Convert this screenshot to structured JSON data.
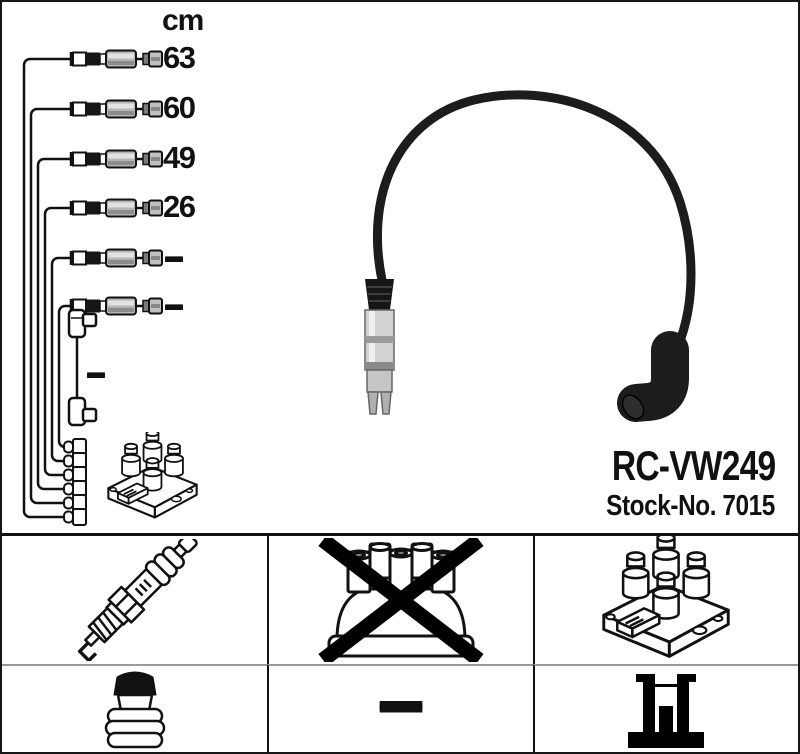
{
  "colors": {
    "ink": "#111111",
    "background": "#ffffff",
    "metal_light": "#d2d2d2",
    "metal_dark": "#8f8f8f",
    "divider_gray": "#9a9a9a"
  },
  "length_table": {
    "unit_label": "cm",
    "rows": [
      {
        "label": "63",
        "cm": 63
      },
      {
        "label": "60",
        "cm": 60
      },
      {
        "label": "49",
        "cm": 49
      },
      {
        "label": "26",
        "cm": 26
      },
      {
        "label": "–",
        "cm": null
      },
      {
        "label": "–",
        "cm": null
      }
    ],
    "coil_wire": {
      "label": "–",
      "cm": null
    }
  },
  "product": {
    "code": "RC-VW249",
    "stock_label": "Stock-No. 7015"
  },
  "legend": {
    "cells": [
      {
        "icon": "spark-plug-icon"
      },
      {
        "icon": "distributor-cap-crossed-out-icon"
      },
      {
        "icon": "ignition-coil-icon"
      },
      {
        "icon": "coil-connector-icon"
      },
      {
        "icon": "dash",
        "label": "–"
      },
      {
        "icon": "terminal-cross-section-icon"
      }
    ]
  }
}
